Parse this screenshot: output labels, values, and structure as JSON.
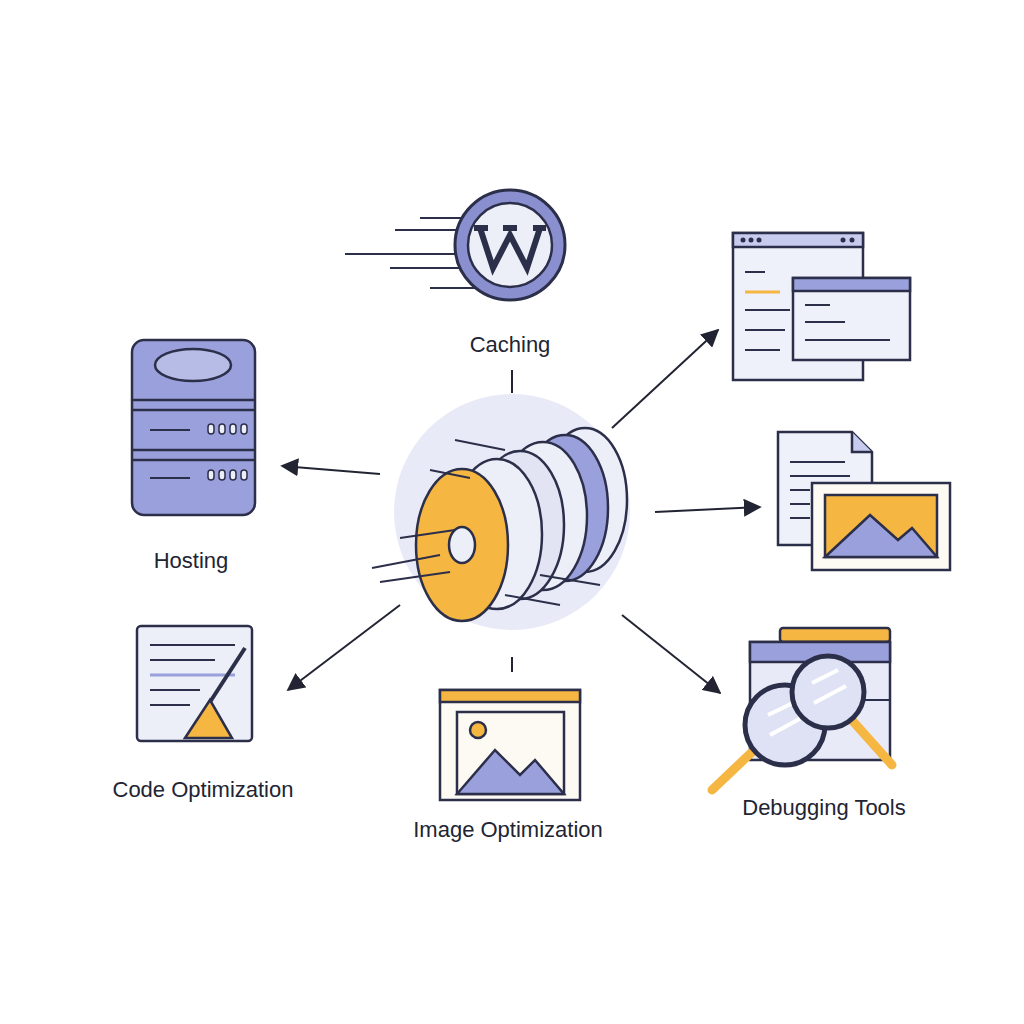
{
  "diagram": {
    "nodes": [
      {
        "text": [
          "Caching"
        ]
      },
      {
        "text": [
          "Hosting"
        ]
      },
      {
        "text": [
          "Code Optimization"
        ]
      },
      {
        "text": [
          "Debugging Tools"
        ]
      },
      {
        "text": [
          "Image Optimization"
        ]
      }
    ]
  }
}
